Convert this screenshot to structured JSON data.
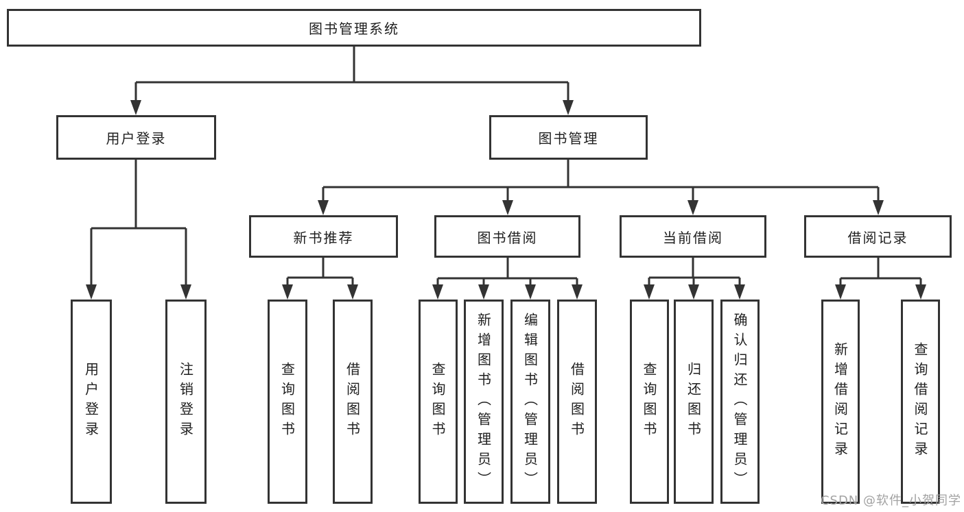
{
  "diagram_title": "图书管理系统",
  "watermark": "CSDN @软件_小贺同学",
  "colors": {
    "line": "#333333",
    "box_border": "#333333",
    "box_fill": "#ffffff",
    "text": "#1f1f1f",
    "watermark_text": "#a2a2a2",
    "background": "#ffffff"
  },
  "tree": {
    "root": {
      "label": "图书管理系统",
      "children": [
        {
          "label": "用户登录",
          "children": [
            {
              "label": "用户登录"
            },
            {
              "label": "注销登录"
            }
          ]
        },
        {
          "label": "图书管理",
          "children": [
            {
              "label": "新书推荐",
              "children": [
                {
                  "label": "查询图书"
                },
                {
                  "label": "借阅图书"
                }
              ]
            },
            {
              "label": "图书借阅",
              "children": [
                {
                  "label": "查询图书"
                },
                {
                  "label": "新增图书（管理员）"
                },
                {
                  "label": "编辑图书（管理员）"
                },
                {
                  "label": "借阅图书"
                }
              ]
            },
            {
              "label": "当前借阅",
              "children": [
                {
                  "label": "查询图书"
                },
                {
                  "label": "归还图书"
                },
                {
                  "label": "确认归还（管理员）"
                }
              ]
            },
            {
              "label": "借阅记录",
              "children": [
                {
                  "label": "新增借阅记录"
                },
                {
                  "label": "查询借阅记录"
                }
              ]
            }
          ]
        }
      ]
    }
  }
}
